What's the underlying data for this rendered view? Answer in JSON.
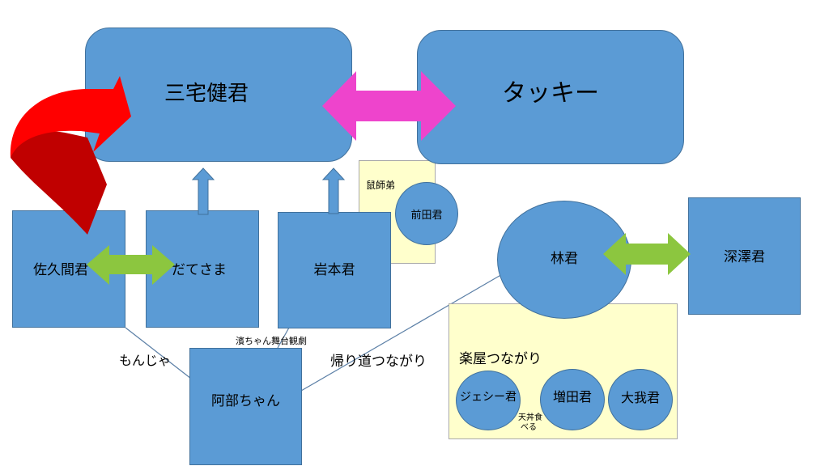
{
  "nodes": {
    "miyake": "三宅健君",
    "takky": "タッキー",
    "sakuma": "佐久間君",
    "datesama": "だてさま",
    "iwamoto": "岩本君",
    "maeda": "前田君",
    "hayashi": "林君",
    "fukazawa": "深澤君",
    "abe": "阿部ちゃん",
    "jesse": "ジェシー君",
    "masuda": "増田君",
    "taiga": "大我君"
  },
  "labels": {
    "mouse_disciple": "鼠師弟",
    "gakuya": "楽屋つながり",
    "monja": "もんじゃ",
    "hama_stage": "濱ちゃん舞台観劇",
    "kaerimichi": "帰り道つながり",
    "tendon_line1": "天丼食",
    "tendon_line2": "べる"
  },
  "colors": {
    "node_fill": "#5b9bd5",
    "node_border": "#41719c",
    "note_fill": "#ffffcc",
    "arrow_red": "#ff0000",
    "arrow_magenta": "#ee44cc",
    "arrow_green": "#8cc63f",
    "connector": "#5b7fa6"
  }
}
